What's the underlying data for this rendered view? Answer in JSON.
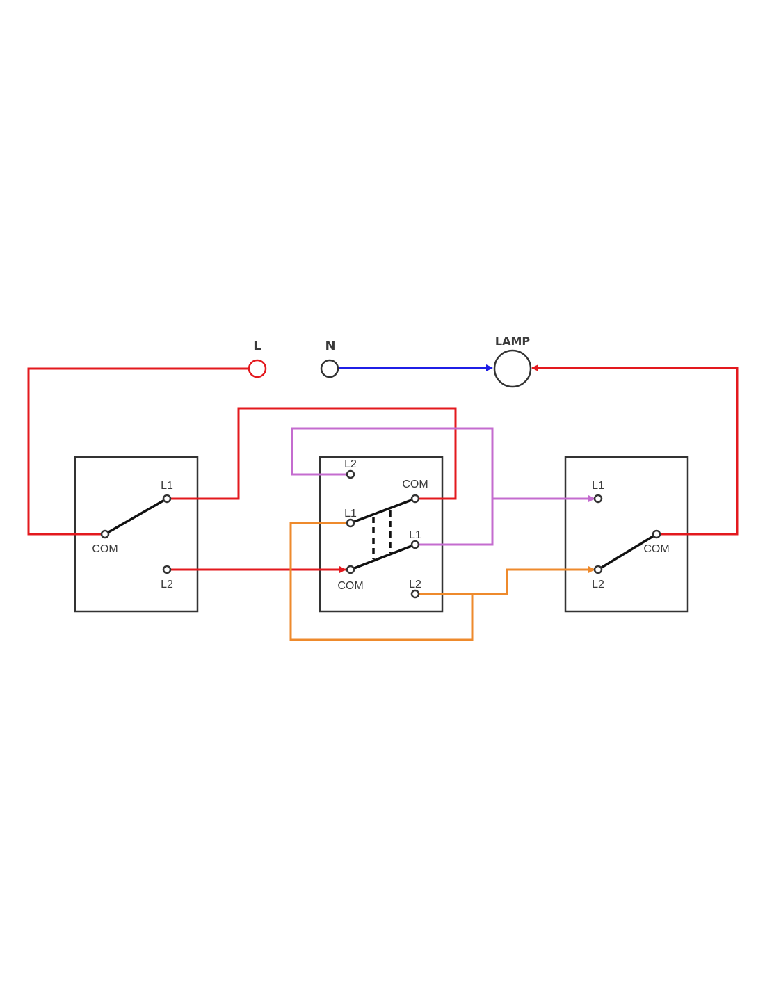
{
  "supply": {
    "live_label": "L",
    "neutral_label": "N",
    "lamp_label": "LAMP"
  },
  "switch_left": {
    "l1": "L1",
    "com": "COM",
    "l2": "L2"
  },
  "switch_middle": {
    "l2_top": "L2",
    "com_top": "COM",
    "l1_left": "L1",
    "l1_right": "L1",
    "com_bottom": "COM",
    "l2_bottom": "L2"
  },
  "switch_right": {
    "l1": "L1",
    "com": "COM",
    "l2": "L2"
  },
  "colors": {
    "live": "#e3191e",
    "neutral": "#1f1fe6",
    "traveler_a": "#c46ccf",
    "traveler_b": "#ee8a2c"
  }
}
